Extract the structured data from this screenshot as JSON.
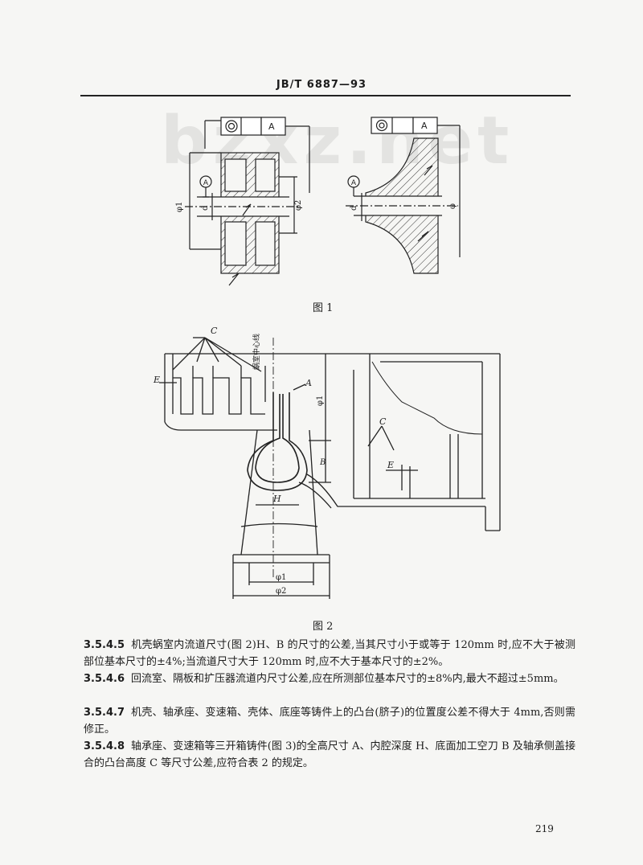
{
  "header": {
    "standard": "JB/T 6887—93"
  },
  "watermark": "bzxz.net",
  "figure1": {
    "caption": "图 1",
    "labels": {
      "datum": "A",
      "d": "d",
      "phi1": "φ1",
      "phi2": "φ2",
      "phi": "φ"
    }
  },
  "figure2": {
    "caption": "图 2",
    "labels": {
      "C": "C",
      "E": "E",
      "A": "A",
      "B": "B",
      "H": "H",
      "phi1": "φ1",
      "phi2": "φ2",
      "centerline": "蜗室中心线"
    }
  },
  "paragraphs": [
    {
      "num": "3.5.4.5",
      "text": "机壳蜗室内流道尺寸(图 2)H、B 的尺寸的公差,当其尺寸小于或等于 120mm 时,应不大于被测部位基本尺寸的±4%;当流道尺寸大于 120mm 时,应不大于基本尺寸的±2%。"
    },
    {
      "num": "3.5.4.6",
      "text": "回流室、隔板和扩压器流道内尺寸公差,应在所测部位基本尺寸的±8%内,最大不超过±5mm。"
    },
    {
      "num": "3.5.4.7",
      "text": "机壳、轴承座、变速箱、壳体、底座等铸件上的凸台(脐子)的位置度公差不得大于 4mm,否则需修正。"
    },
    {
      "num": "3.5.4.8",
      "text": "轴承座、变速箱等三开箱铸件(图 3)的全高尺寸 A、内腔深度 H、底面加工空刀 B 及轴承侧盖接合的凸台高度 C 等尺寸公差,应符合表 2 的规定。"
    }
  ],
  "page_number": "219"
}
